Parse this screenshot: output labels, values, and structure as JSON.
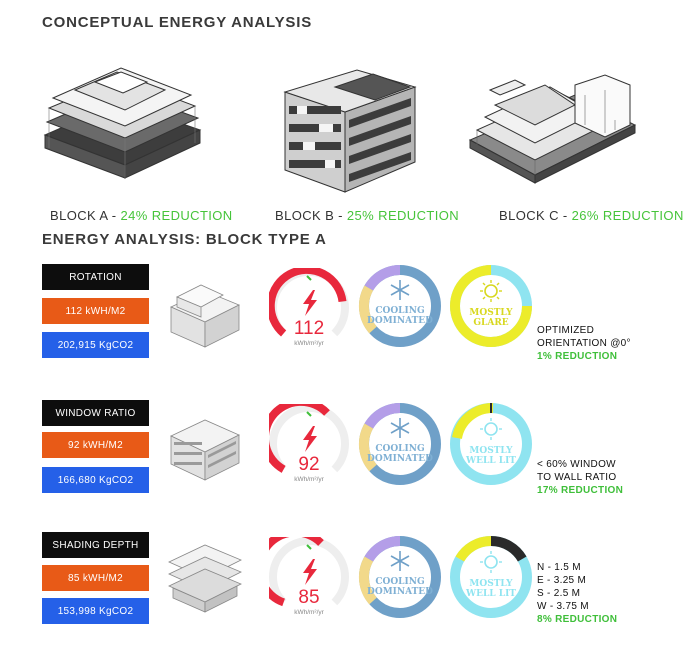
{
  "heading_main": "CONCEPTUAL ENERGY ANALYSIS",
  "heading_block": "ENERGY ANALYSIS: BLOCK TYPE A",
  "blocks": [
    {
      "name": "BLOCK A - ",
      "reduction": "24% REDUCTION"
    },
    {
      "name": "BLOCK B - ",
      "reduction": "25% REDUCTION"
    },
    {
      "name": "BLOCK C - ",
      "reduction": "26% REDUCTION"
    }
  ],
  "rows": [
    {
      "parameter": "ROTATION",
      "energy": "112 kWH/M2",
      "carbon": "202,915 KgCO2",
      "eui_value": "112",
      "eui_unit": "kWh/m²/yr",
      "cooling_line1": "COOLING",
      "cooling_line2": "DOMINATED",
      "light_line1": "MOSTLY",
      "light_line2": "GLARE",
      "note_lines": [
        "OPTIMIZED",
        "ORIENTATION @0°"
      ],
      "note_reduction": "1% REDUCTION"
    },
    {
      "parameter": "WINDOW RATIO",
      "energy": "92 kWH/M2",
      "carbon": "166,680 KgCO2",
      "eui_value": "92",
      "eui_unit": "kWh/m²/yr",
      "cooling_line1": "COOLING",
      "cooling_line2": "DOMINATED",
      "light_line1": "MOSTLY",
      "light_line2": "WELL LIT",
      "note_lines": [
        "< 60% WINDOW",
        "TO WALL RATIO"
      ],
      "note_reduction": "17% REDUCTION"
    },
    {
      "parameter": "SHADING DEPTH",
      "energy": "85 kWH/M2",
      "carbon": "153,998 KgCO2",
      "eui_value": "85",
      "eui_unit": "kWh/m²/yr",
      "cooling_line1": "COOLING",
      "cooling_line2": "DOMINATED",
      "light_line1": "MOSTLY",
      "light_line2": "WELL LIT",
      "note_lines": [
        "N - 1.5 M",
        "E - 3.25 M",
        "S - 2.5 M",
        "W - 3.75 M"
      ],
      "note_reduction": "8% REDUCTION"
    }
  ],
  "colors": {
    "gauge_red": "#e8283c",
    "cooling_blue": "#6fa0c8",
    "cooling_purple": "#b49ee8",
    "cooling_yellow": "#f2d98a",
    "glare_yellow": "#ecec2a",
    "daylight_cyan": "#8fe4f0",
    "dark_segment": "#2a2a2a",
    "reduction_green": "#46c43a"
  }
}
